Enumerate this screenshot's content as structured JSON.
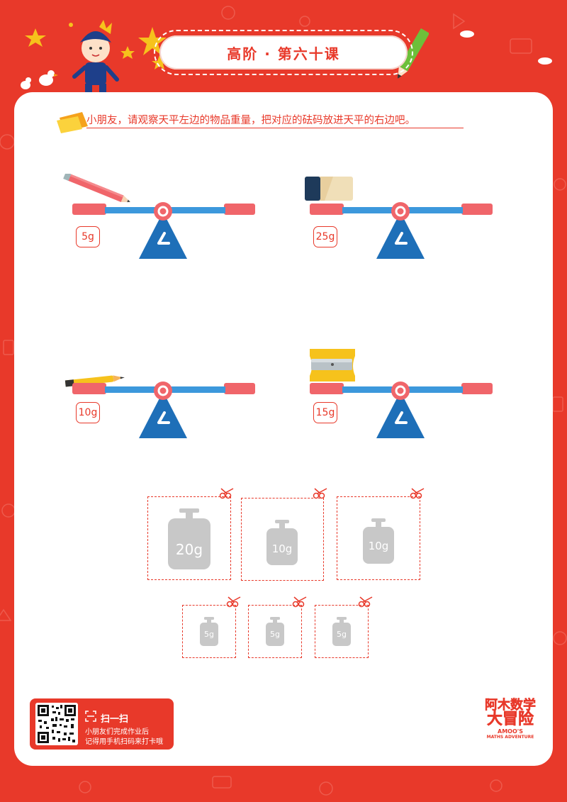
{
  "header": {
    "title": "高阶 · 第六十课"
  },
  "instruction": "小朋友，请观察天平左边的物品重量，把对应的砝码放进天平的右边吧。",
  "scales": [
    {
      "object": "pencil",
      "weight": "5g"
    },
    {
      "object": "eraser",
      "weight": "25g"
    },
    {
      "object": "pen",
      "weight": "10g"
    },
    {
      "object": "sharpener",
      "weight": "15g"
    }
  ],
  "weights_row1": [
    "20g",
    "10g",
    "10g"
  ],
  "weights_row2": [
    "5g",
    "5g",
    "5g"
  ],
  "footer": {
    "scan_title": "扫一扫",
    "scan_line1": "小朋友们完成作业后",
    "scan_line2": "记得用手机扫码来打卡哦"
  },
  "logo": {
    "line1": "阿木数学",
    "line2": "大冒险",
    "sub1": "AMOO'S",
    "sub2": "MATHS ADVENTURE"
  },
  "colors": {
    "red": "#e8392a",
    "blue": "#2f84c8",
    "scale_blue": "#1e6fb8",
    "pad": "#f0656a",
    "weight_gray": "#c8c8c8"
  }
}
